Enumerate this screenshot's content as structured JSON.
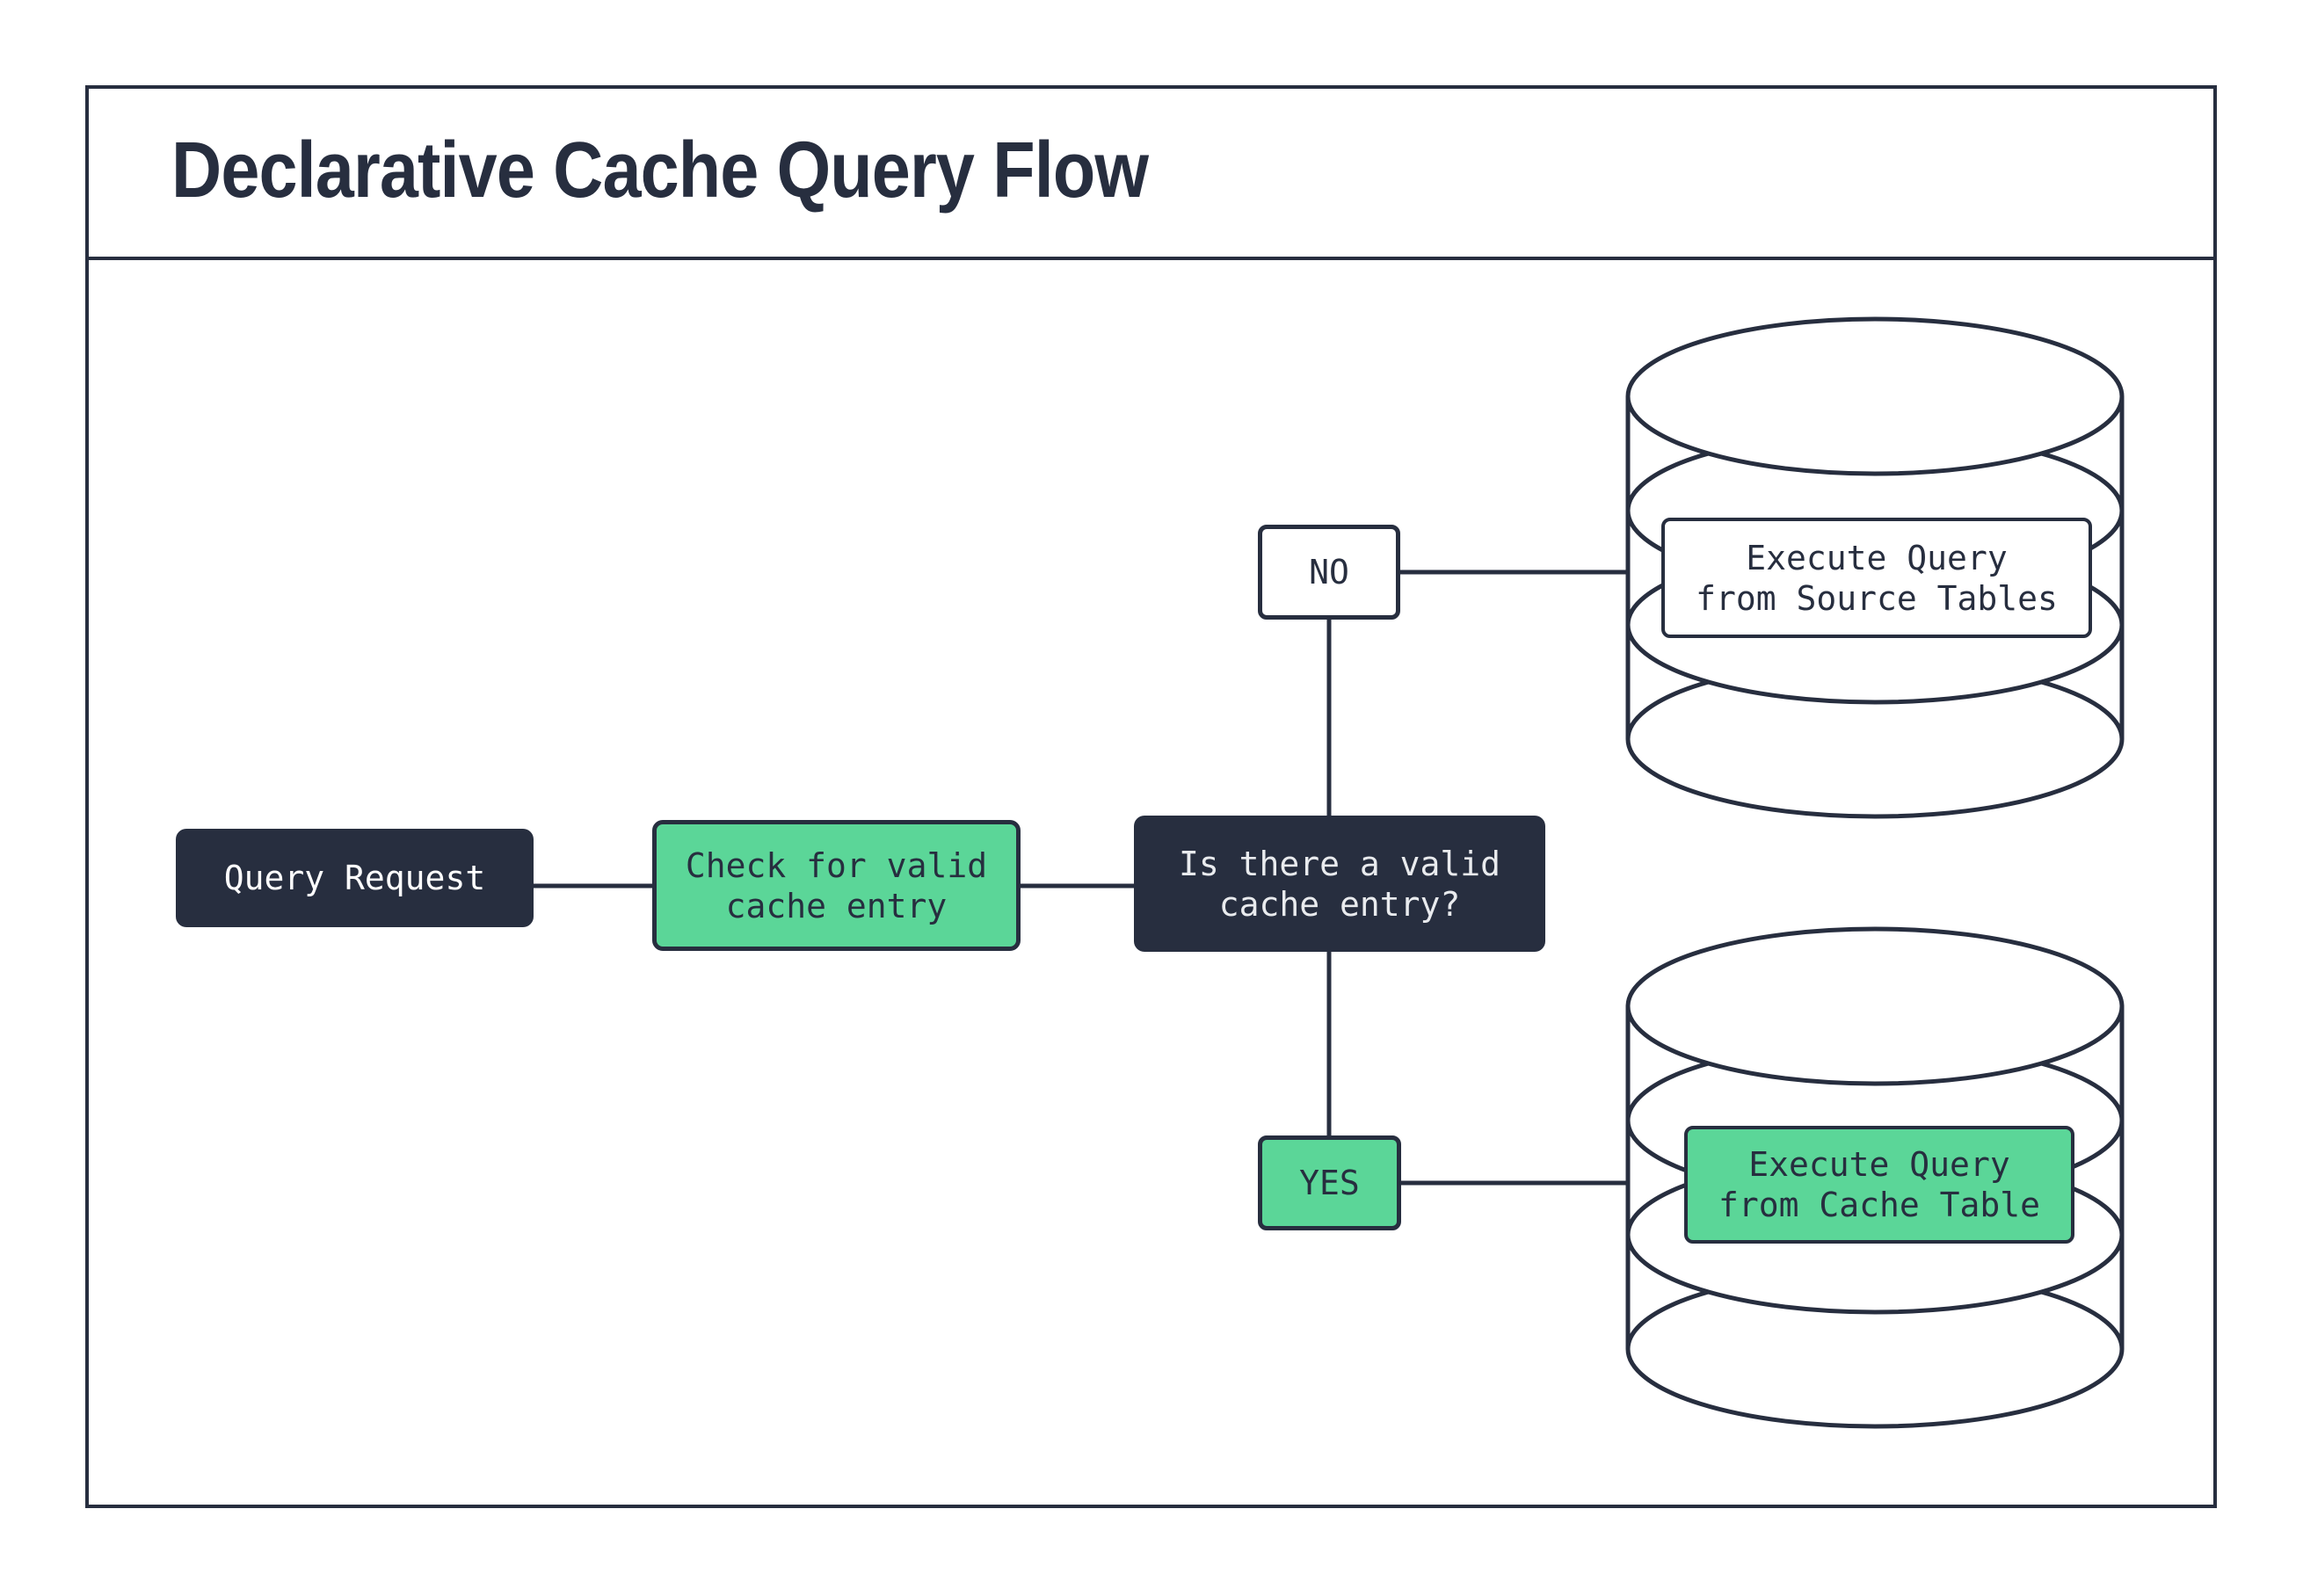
{
  "title": "Declarative Cache Query Flow",
  "nodes": {
    "query_request": {
      "label": "Query Request"
    },
    "check_cache": {
      "line1": "Check for valid",
      "line2": "cache entry"
    },
    "decision": {
      "line1": "Is there a valid",
      "line2": "cache entry?"
    },
    "no_branch": {
      "label": "NO"
    },
    "yes_branch": {
      "label": "YES"
    },
    "source_db": {
      "line1": "Execute Query",
      "line2": "from Source Tables"
    },
    "cache_db": {
      "line1": "Execute Query",
      "line2": "from Cache Table"
    }
  },
  "icons": {
    "source_database": "database-cylinder-icon",
    "cache_database": "database-cylinder-icon"
  },
  "colors": {
    "dark_navy": "#272e3f",
    "green": "#5bd698",
    "white": "#ffffff",
    "light_text": "#e9ebee"
  }
}
